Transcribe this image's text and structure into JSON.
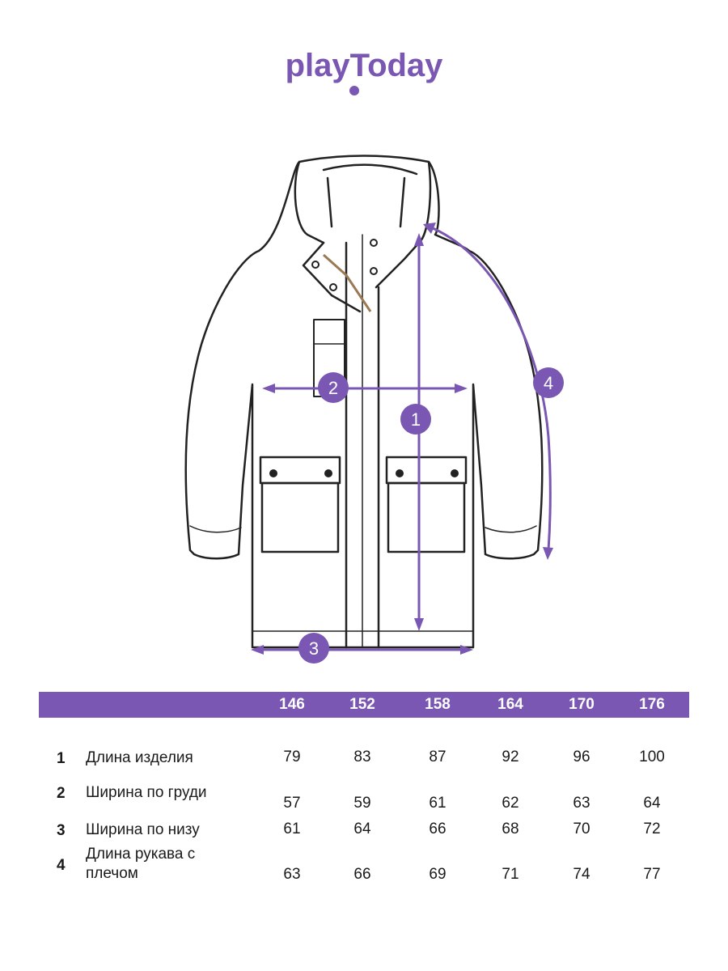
{
  "brand": {
    "name": "playToday",
    "accent_color": "#7a57b3"
  },
  "diagram": {
    "markers": [
      "1",
      "2",
      "3",
      "4"
    ]
  },
  "table": {
    "sizes": [
      "146",
      "152",
      "158",
      "164",
      "170",
      "176"
    ],
    "rows": [
      {
        "num": "1",
        "label": "Длина изделия",
        "values": [
          "79",
          "83",
          "87",
          "92",
          "96",
          "100"
        ]
      },
      {
        "num": "2",
        "label": "Ширина по груди",
        "values": [
          "57",
          "59",
          "61",
          "62",
          "63",
          "64"
        ]
      },
      {
        "num": "3",
        "label": "Ширина по низу",
        "values": [
          "61",
          "64",
          "66",
          "68",
          "70",
          "72"
        ]
      },
      {
        "num": "4",
        "label": "Длина рукава с плечом",
        "values": [
          "63",
          "66",
          "69",
          "71",
          "74",
          "77"
        ]
      }
    ]
  }
}
